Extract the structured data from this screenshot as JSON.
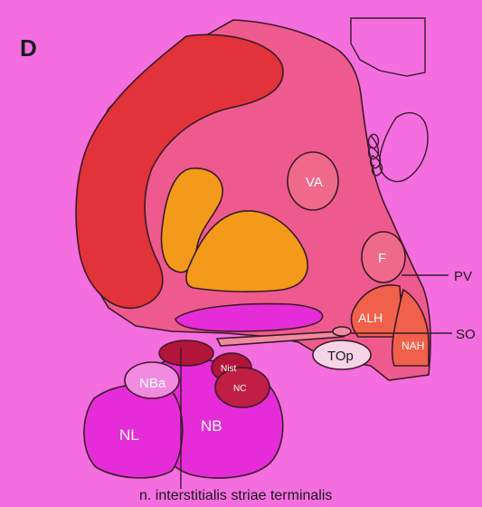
{
  "figure": {
    "panel_letter": "D",
    "caption": "n. interstitialis striae terminalis"
  },
  "regions": {
    "va": "VA",
    "f": "F",
    "alh": "ALH",
    "nah": "NAH",
    "top": "TOp",
    "nba": "NBa",
    "nist": "Nist",
    "nc": "NC",
    "nl": "NL",
    "nb": "NB"
  },
  "external_labels": {
    "pv": "PV",
    "so": "SO"
  }
}
